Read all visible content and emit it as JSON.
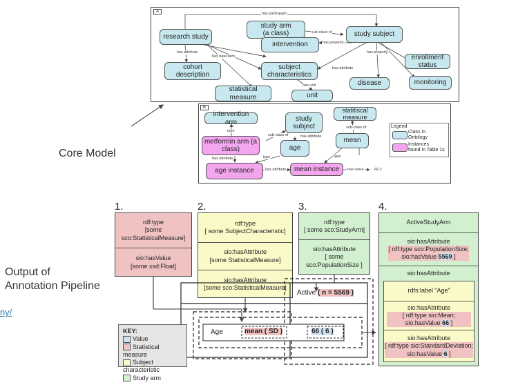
{
  "panel_a": {
    "label": "A",
    "nodes": {
      "research_study": "research study",
      "study_arm": "study arm\n(a class)",
      "study_subject": "study subject",
      "intervention": "intervention",
      "cohort_description": "cohort description",
      "subject_characteristics": "subject\ncharacteristics",
      "enrollment_status": "enrollment\nstatus",
      "disease": "disease",
      "monitoring": "monitoring",
      "statistical_measure": "statistical measure",
      "unit": "unit"
    },
    "edges": {
      "has_participant": "has participant",
      "sub_class_of": "sub-class of",
      "has_property_1": "has property",
      "has_attribute_1": "has attribute",
      "has_data_item": "has data item",
      "has_property_2": "has property",
      "has_attribute_2": "has attribute",
      "has_unit": "has unit"
    }
  },
  "panel_b": {
    "label": "B",
    "nodes": {
      "intervention_arm": "intervention arm",
      "study_subject": "study\nsubject",
      "statistical_measure": "statitiscal\nmeasure",
      "metformin_arm": "metformin arm (a\nclass)",
      "age": "age",
      "mean": "mean",
      "age_instance": "age instance",
      "mean_instance": "mean instance"
    },
    "edges": {
      "type_1": "type",
      "sub_class_of_1": "sub-class of",
      "has_attribute_1": "has attribute",
      "sub_class_of_2": "sub-class of",
      "has_attribute_2": "has attribute",
      "type_2": "type",
      "type_3": "type",
      "has_attribute_3": "has attribute",
      "has_value": "has value",
      "value": "66.2"
    },
    "legend": {
      "title": "Legend",
      "class_label": "Class in\nOntology",
      "instance_label": "Instances\nfound in Table 1s",
      "class_color": "#c7e8ee",
      "instance_color": "#f3a6ee"
    }
  },
  "labels": {
    "core_model": "Core Model",
    "output_line1": "Output of",
    "output_line2": "Annotation Pipeline",
    "link_fragment": "ny/"
  },
  "columns": {
    "c1": {
      "num": "1.",
      "cells": [
        "rdf:type\n[some\nsco:StatisticalMeasure]",
        "sio:hasValue\n[some xsd:Float]"
      ],
      "color": "#f0c2c2"
    },
    "c2": {
      "num": "2.",
      "cells": [
        "rdf:type\n[ some SubjectCharacteristic]",
        "sio:hasAttribute\n[some StatisticalMeasure]",
        "sio:hasAttribute\n[some sco:StatisticalMeasure]"
      ],
      "color": "#fafac8"
    },
    "c3": {
      "num": "3.",
      "cells": [
        "rdf:type\n[ some sco:StudyArm]",
        "sio:hasAttribute\n[ some\nsco:PopulationSize ]"
      ],
      "color": "#d2efcf"
    },
    "c4": {
      "num": "4.",
      "header": "ActiveStudyArm",
      "cell1_prefix": "sio:hasAttribute",
      "cell1_text": "[ rdf:type sco:PopulationSize;\nsio:hasValue ",
      "cell1_value": "5569",
      "cell1_suffix": " ]",
      "cell2": "sio:hasAttribute",
      "inner_label": "rdfs:label “Age”",
      "inner2_prefix": "sio:hasAttribute",
      "inner2_text": "[ rdf:type sio:Mean; sio:hasValue ",
      "inner2_value": "66",
      "inner2_suffix": " ]",
      "inner3_prefix": "sio:hasAttribute",
      "inner3_text": "[ rdf:type sio:StandardDeviation;\nsio:hasValue ",
      "inner3_value": "6",
      "inner3_suffix": " ]",
      "color": "#d2efcf",
      "inner_color": "#fafac8"
    }
  },
  "table": {
    "active_label": "Active",
    "active_n": "( n = 5569 )",
    "age_label": "Age",
    "mean_sd": "mean ( SD )",
    "value": "66 ( 6 )"
  },
  "key": {
    "title": "KEY:",
    "items": [
      {
        "label": "Value",
        "color": "#cfe0f3"
      },
      {
        "label": "Statistical measure",
        "color": "#f0c2c2"
      },
      {
        "label": "Subject characteristic",
        "color": "#fafac8"
      },
      {
        "label": "Study arm",
        "color": "#d2efcf"
      }
    ]
  }
}
